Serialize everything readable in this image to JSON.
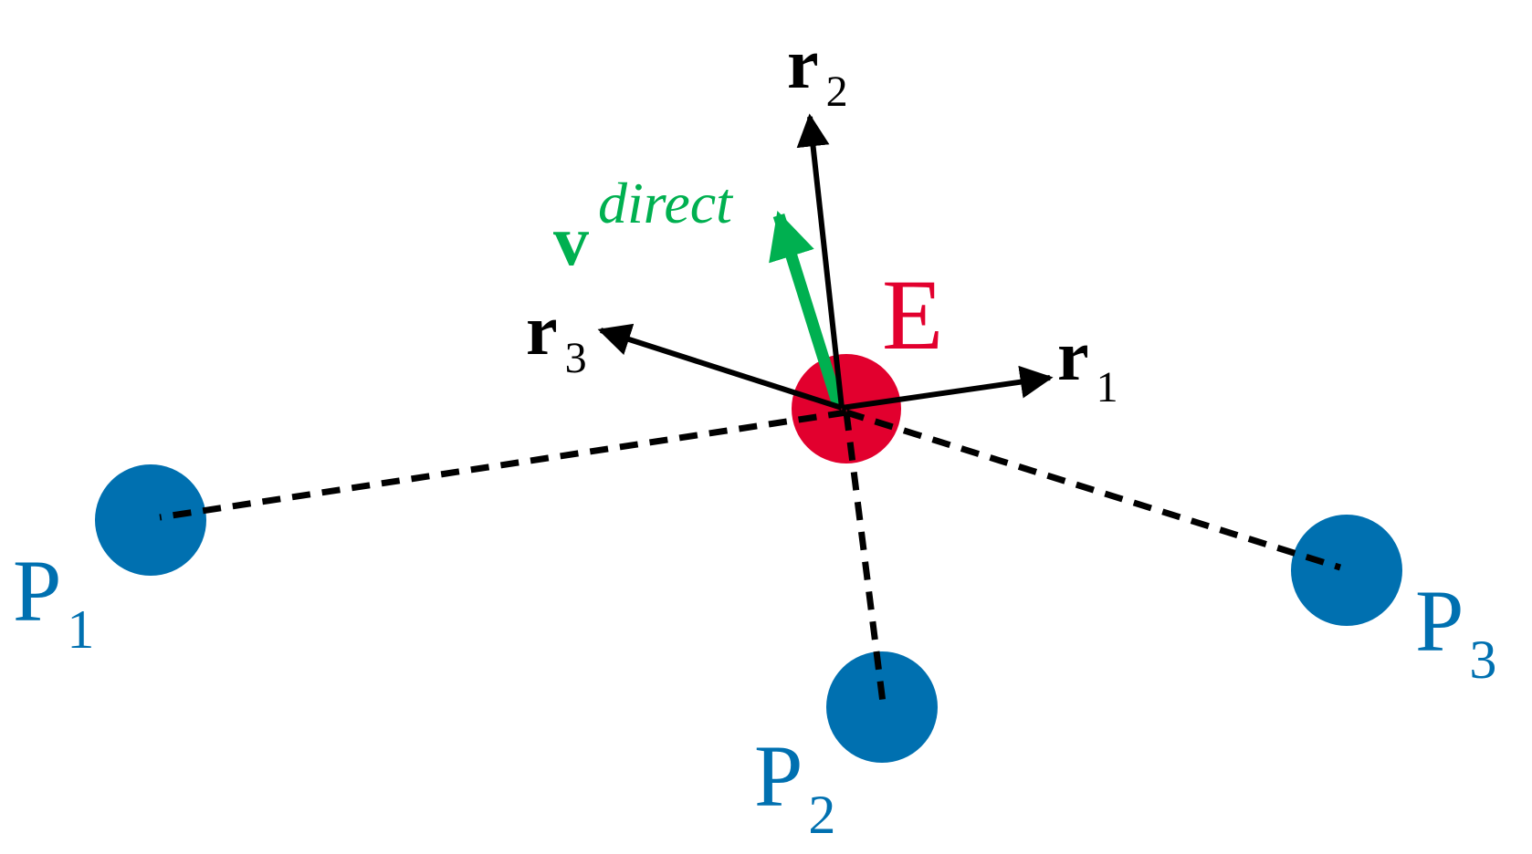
{
  "colors": {
    "evader": "#e2002e",
    "pursuer": "#0070b0",
    "arrow": "#000000",
    "direct": "#00b050",
    "dashed": "#000000"
  },
  "evader": {
    "label": "E"
  },
  "pursuers": [
    {
      "letter": "P",
      "index": "1"
    },
    {
      "letter": "P",
      "index": "2"
    },
    {
      "letter": "P",
      "index": "3"
    }
  ],
  "vectors": {
    "r1": {
      "letter": "r",
      "index": "1"
    },
    "r2": {
      "letter": "r",
      "index": "2"
    },
    "r3": {
      "letter": "r",
      "index": "3"
    },
    "direct": {
      "letter": "v",
      "superscript": "direct"
    }
  }
}
